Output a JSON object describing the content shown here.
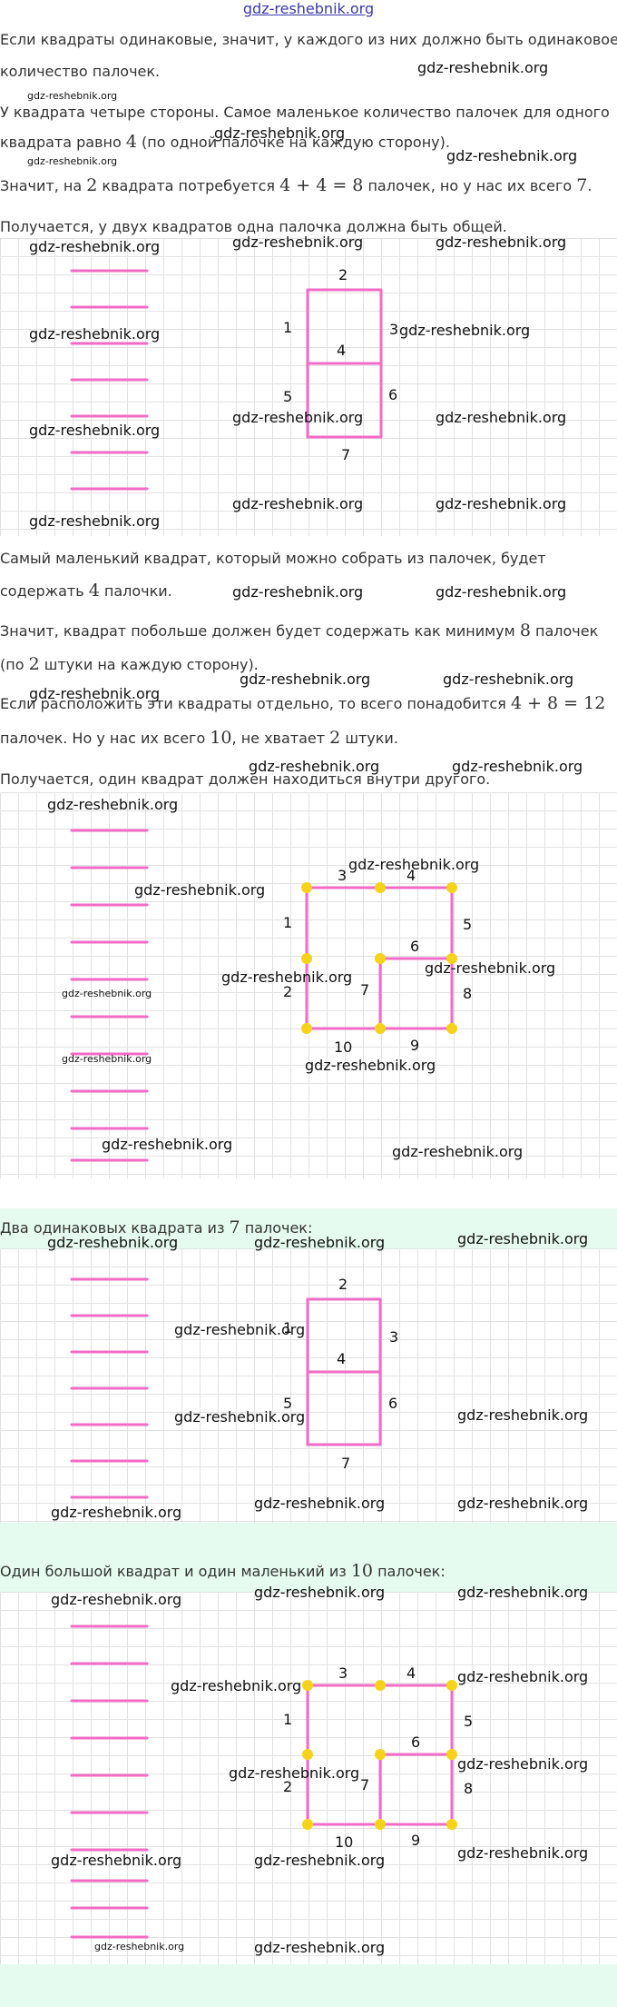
{
  "site_title": "gdz-reshebnik.org",
  "watermark": "gdz-reshebnik.org",
  "colors": {
    "stick": "#f26bc5",
    "dot": "#f7d21a",
    "band": "#e6fbef",
    "grid": "#e2e2e2",
    "title": "#3a3aa8"
  },
  "intro": {
    "p1a": "Если квадраты одинаковые, значит, у каждого из них должно быть одинаковое",
    "p1b": "количество палочек.",
    "p2a": "У квадрата четыре стороны. Самое маленькое количество палочек для одного",
    "p2b_pre": "квадрата равно ",
    "p2b_num": "4",
    "p2b_post": " (по одной палочке на каждую сторону).",
    "p3_pre": "Значит, на ",
    "p3_num": "2",
    "p3_mid": " квадрата потребуется ",
    "p3_eq": "4 + 4 = 8",
    "p3_post1": " палочек, но у нас их всего ",
    "p3_total": "7",
    "p3_end": ".",
    "p4": "Получается, у двух квадратов одна палочка должна быть общей."
  },
  "middle": {
    "p5a": "Самый маленький квадрат, который можно собрать из палочек, будет",
    "p5b_pre": "содержать ",
    "p5b_num": "4",
    "p5b_post": " палочки.",
    "p6a_pre": "Значит, квадрат побольше должен будет содержать как минимум ",
    "p6a_num": "8",
    "p6a_post": " палочек",
    "p6b_pre": "(по ",
    "p6b_num": "2",
    "p6b_post": " штуки на каждую сторону).",
    "p7a_pre": "Если расположить эти квадраты отдельно, то всего понадобится ",
    "p7a_eq": "4 + 8 = 12",
    "p7b_pre": "палочек. Но у нас их всего ",
    "p7b_num": "10",
    "p7b_mid": ", не хватает ",
    "p7b_num2": "2",
    "p7b_post": " штуки.",
    "p8": "Получается, один квадрат должен находиться внутри другого."
  },
  "answers": {
    "a1_pre": "Два одинаковых квадрата из ",
    "a1_num": "7",
    "a1_post": " палочек:",
    "a2_pre": "Один большой квадрат и один маленький из ",
    "a2_num": "10",
    "a2_post": " палочек:"
  },
  "stick_labels_seven": [
    "1",
    "2",
    "3",
    "4",
    "5",
    "6",
    "7"
  ],
  "stick_labels_ten": [
    "1",
    "2",
    "3",
    "4",
    "5",
    "6",
    "7",
    "8",
    "9",
    "10"
  ]
}
